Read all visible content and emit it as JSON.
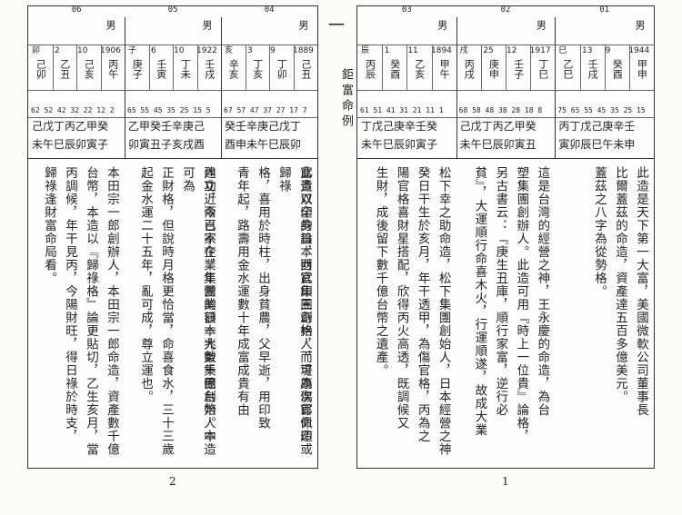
{
  "section": {
    "number": "一",
    "title": "鉅富命例"
  },
  "left_page": {
    "page_number": "2",
    "cases": [
      {
        "id": "06",
        "gender": "男",
        "age_list": [
          "卯",
          "2",
          "10",
          "1906"
        ],
        "pillars": [
          "丙午",
          "己亥",
          "乙丑",
          "己卯"
        ],
        "luck_ages": "62 52 42 32 22 12 2",
        "luck_stems": "己戊丁丙乙甲癸",
        "luck_branches": "未午巳辰卯寅子",
        "text": [
          "本田宗一郎創辦人，本田宗一郎命造，資產數千億",
          "台幣，本造以『歸祿格』論更貼切，乙生亥月，當",
          "丙調候，年干見丙，今陽財旺，得日祿於時支，",
          "歸祿逢財富命局看。"
        ]
      },
      {
        "id": "05",
        "gender": "男",
        "age_list": [
          "子",
          "6",
          "10",
          "1922"
        ],
        "pillars": [
          "壬戌",
          "丁未",
          "壬寅",
          "庚子"
        ],
        "luck_ages": "65 55 45 35 25 15 5",
        "luck_stems": "乙甲癸壬辛庚己",
        "luck_branches": "卯寅丑子亥戌酉",
        "text": [
          "建立近兩百家企業集團的日本大榮集團創始人中",
          "內功，今已不在，年營業額一兆數千億台幣。本造可為",
          "正財格，但說時月格更恰當，命喜食水，三十三歲",
          "起金水運二十五年，亂可成，尊立運也。"
        ]
      },
      {
        "id": "04",
        "gender": "男",
        "age_list": [
          "亥",
          "3",
          "9",
          "1889"
        ],
        "pillars": [
          "己丑",
          "丁卯",
          "丁亥",
          "辛亥"
        ],
        "luck_ages": "67 57 47 37 27 17 7",
        "luck_stems": "癸壬辛庚己戊丁",
        "luck_branches": "酉申未午巳辰卯",
        "text": [
          "富貴双全的日本西武集團創始人，堤康次郎命造",
          "此造以印身論，財官印三奇格，而可為傷官佩印或歸祿",
          "格，喜用於時柱，出身貧農，父早逝，用印致",
          "青年起，路壽用金水運數十年成富成貴有由"
        ]
      }
    ]
  },
  "right_page": {
    "page_number": "1",
    "cases": [
      {
        "id": "03",
        "gender": "男",
        "age_list": [
          "辰",
          "1",
          "11",
          "1894"
        ],
        "pillars": [
          "甲午",
          "乙亥",
          "癸酉",
          "丙辰"
        ],
        "luck_ages": "61 51 41 31 21 11 1",
        "luck_stems": "丁戊己庚辛壬癸",
        "luck_branches": "未午巳辰卯寅子",
        "text": [
          "松下幸之助命造，松下集團創始人，日本經營之神",
          "癸日干生於亥月，年干透甲，為傷官格，丙為之",
          "陽官格喜財星搭配，欣得丙火高透，既調候又",
          "生財，成後留下數千億台幣之遺產。"
        ]
      },
      {
        "id": "02",
        "gender": "男",
        "age_list": [
          "戌",
          "25",
          "12",
          "1917"
        ],
        "pillars": [
          "丁巳",
          "壬子",
          "庚申",
          "丙戌"
        ],
        "luck_ages": "68 58 48 38 28 18 8",
        "luck_stems": "己戊丁丙乙甲癸",
        "luck_branches": "未午巳辰卯寅丑",
        "text": [
          "這是台灣的經營之神，王永慶的命造，為台",
          "塑集團創辦人。此造可用『時上一位貴』論格，",
          "另古書云：『庚生丑庫，順行家富，逆行必",
          "貧』，大運順行命喜木火，行運順遂，故成大業"
        ]
      },
      {
        "id": "01",
        "gender": "男",
        "age_list": [
          "巳",
          "13",
          "9",
          "1944"
        ],
        "pillars": [
          "甲申",
          "癸酉",
          "壬戌",
          "乙巳"
        ],
        "luck_ages": "75 65 55 45 35 25 15",
        "luck_stems": "丙丁戊己庚辛壬",
        "luck_branches": "寅卯辰巳午未申",
        "text": [
          "此造是天下第一大富，美國微軟公司董事長",
          "比爾蓋茲的命造，資產達五百多億美元。",
          "蓋茲之八字為從勢格。"
        ]
      }
    ]
  }
}
